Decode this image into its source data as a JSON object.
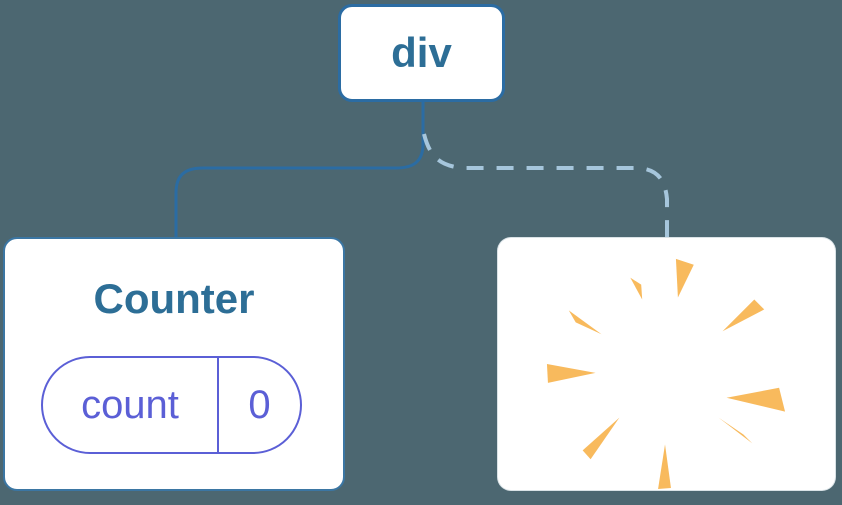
{
  "page": {
    "background": "#4C6771",
    "description_colors": {
      "box_fill": "#FFFFFF",
      "tree_line_solid": "#2B6CA3",
      "tree_line_dashed": "#A6C6DC",
      "node_text": "#2D6E96",
      "state_accent": "#5B5FD6",
      "poof_ray": "#F8BA5D"
    }
  },
  "tree": {
    "root": {
      "label": "div"
    },
    "counter": {
      "title": "Counter",
      "state_pill": {
        "name": "count",
        "value": "0"
      }
    },
    "removed": {
      "icon": "poof-starburst-icon"
    }
  }
}
